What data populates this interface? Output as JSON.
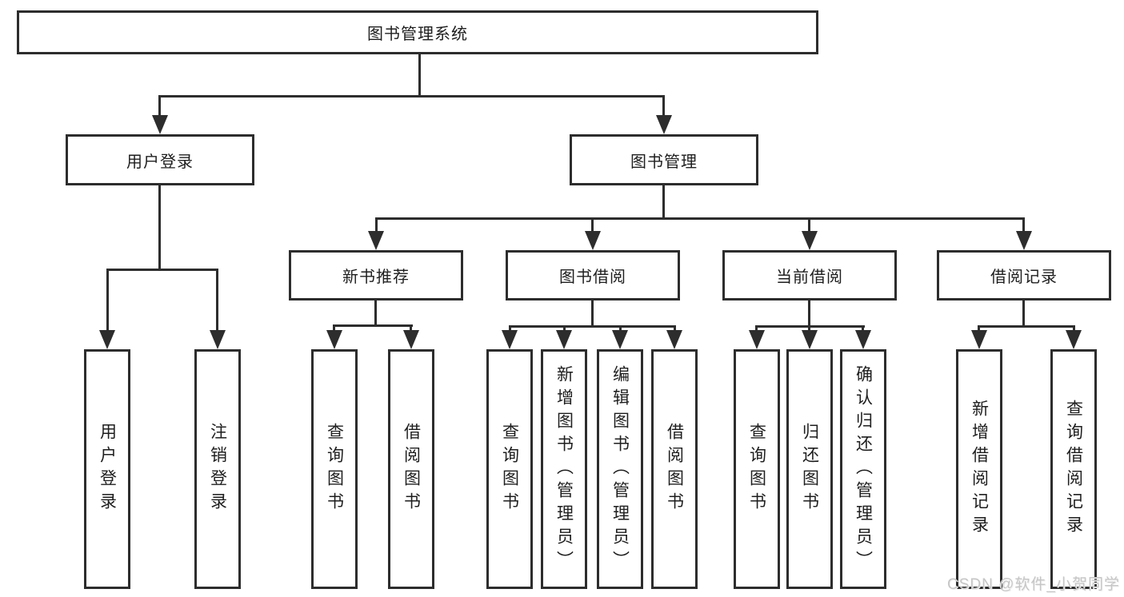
{
  "diagram": {
    "root": {
      "label": "图书管理系统"
    },
    "branches": [
      {
        "label": "用户登录",
        "children": [
          "用户登录",
          "注销登录"
        ]
      },
      {
        "label": "图书管理",
        "children": [
          {
            "label": "新书推荐",
            "children": [
              "查询图书",
              "借阅图书"
            ]
          },
          {
            "label": "图书借阅",
            "children": [
              "查询图书",
              "新增图书（管理员）",
              "编辑图书（管理员）",
              "借阅图书"
            ]
          },
          {
            "label": "当前借阅",
            "children": [
              "查询图书",
              "归还图书",
              "确认归还（管理员）"
            ]
          },
          {
            "label": "借阅记录",
            "children": [
              "新增借阅记录",
              "查询借阅记录"
            ]
          }
        ]
      }
    ],
    "watermark": "CSDN @软件_小贺同学"
  },
  "colors": {
    "line": "#2d2d2d",
    "text": "#1e1e1e",
    "background": "#ffffff",
    "watermark": "#c6c6c6"
  }
}
